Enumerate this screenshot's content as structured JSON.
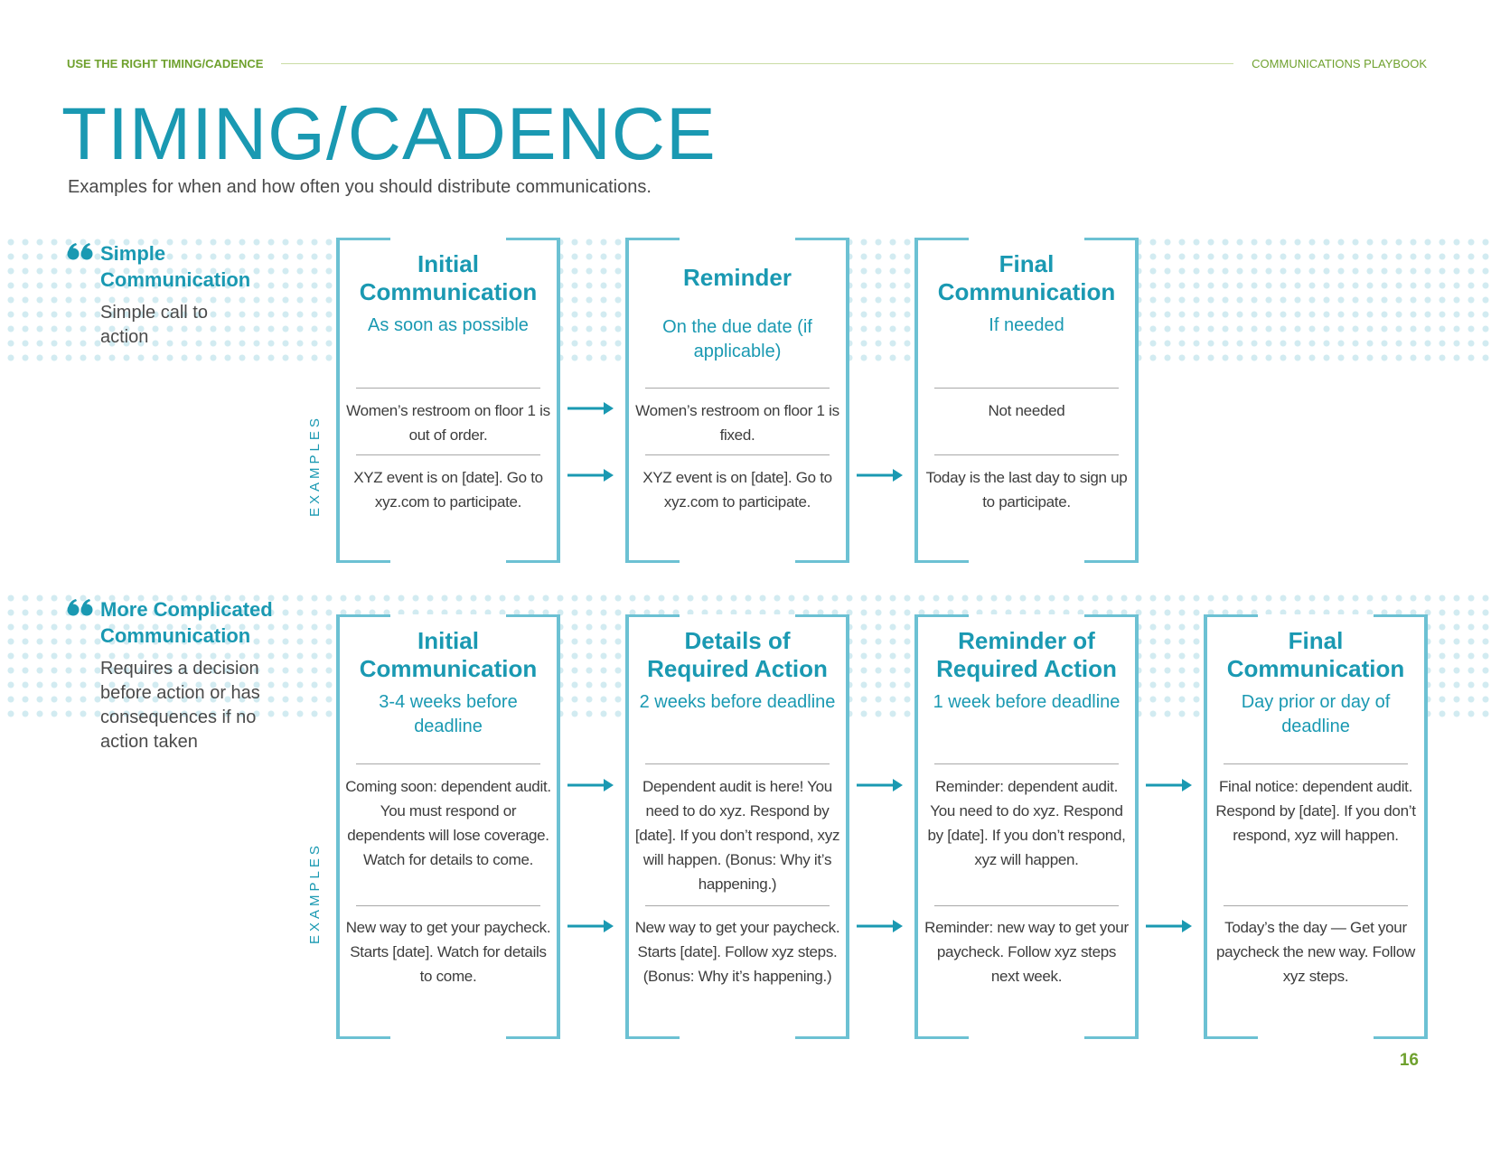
{
  "header": {
    "section": "USE THE RIGHT TIMING/CADENCE",
    "publication": "COMMUNICATIONS PLAYBOOK"
  },
  "title": "TIMING/CADENCE",
  "subtitle": "Examples for when and how often you should distribute communications.",
  "examples_label": "EXAMPLES",
  "colors": {
    "accent": "#1a99b2",
    "border": "#6cc1d3",
    "green": "#6fa12e"
  },
  "icons": {
    "quote": "quote-icon",
    "arrow": "arrow-right-icon"
  },
  "rows": [
    {
      "label_title": "Simple Communication",
      "label_desc": "Simple call to action",
      "cards": [
        {
          "title": "Initial Communication",
          "timing": "As soon as possible",
          "examples": [
            "Women’s restroom on floor 1 is out of order.",
            "XYZ event is on [date]. Go to xyz.com to participate."
          ]
        },
        {
          "title": "Reminder",
          "timing": "On the due date (if applicable)",
          "examples": [
            "Women’s restroom on floor 1 is fixed.",
            "XYZ event is on [date]. Go to xyz.com to participate."
          ]
        },
        {
          "title": "Final Communication",
          "timing": "If needed",
          "examples": [
            "Not needed",
            "Today is the last day to sign up to participate."
          ]
        }
      ]
    },
    {
      "label_title": "More Complicated Communication",
      "label_desc": "Requires a decision before action or has consequences if no action taken",
      "cards": [
        {
          "title": "Initial Communication",
          "timing": "3-4 weeks before deadline",
          "examples": [
            "Coming soon: dependent audit. You must respond or dependents will lose coverage. Watch for details to come.",
            "New way to get your paycheck. Starts [date]. Watch for details to come."
          ]
        },
        {
          "title": "Details of Required Action",
          "timing": "2 weeks before deadline",
          "examples": [
            "Dependent audit is here! You need to do xyz. Respond by [date]. If you don’t respond, xyz will happen. (Bonus: Why it’s happening.)",
            "New way to get your paycheck. Starts [date]. Follow xyz steps. (Bonus: Why it’s happening.)"
          ]
        },
        {
          "title": "Reminder of Required Action",
          "timing": "1 week before deadline",
          "examples": [
            "Reminder: dependent audit. You need to do xyz. Respond by [date]. If you don’t respond, xyz will happen.",
            "Reminder: new way to get your paycheck. Follow xyz steps next week."
          ]
        },
        {
          "title": "Final Communication",
          "timing": "Day prior or day of deadline",
          "examples": [
            "Final notice: dependent audit. Respond by [date]. If you don’t respond, xyz will happen.",
            "Today’s the day — Get your paycheck the new way. Follow xyz steps."
          ]
        }
      ]
    }
  ],
  "page_number": "16"
}
